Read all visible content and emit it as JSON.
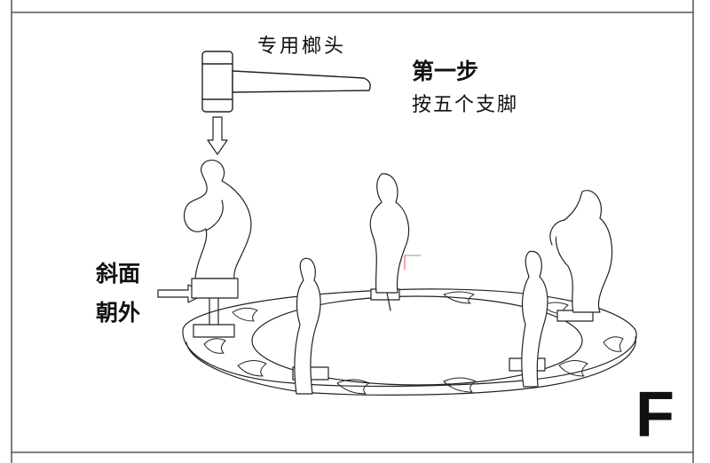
{
  "labels": {
    "hammer": "专用榔头",
    "step_title": "第一步",
    "step_desc": "按五个支脚",
    "bevel_line1": "斜面",
    "bevel_line2": "朝外",
    "panel_letter": "F"
  },
  "icons": [
    "hammer-icon",
    "arrow-down-icon",
    "arrow-right-icon",
    "flame-leg-icon",
    "ring-base-icon"
  ]
}
